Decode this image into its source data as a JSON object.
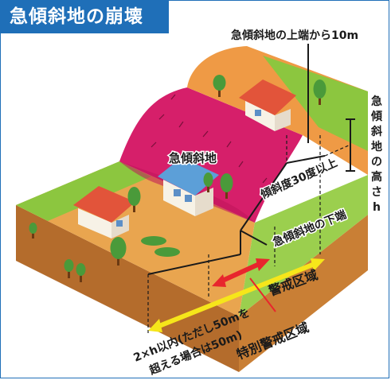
{
  "title": "急傾斜地の崩壊",
  "labels": {
    "top_edge": "急傾斜地の上端から10m",
    "height_vertical": [
      "急",
      "傾",
      "斜",
      "地",
      "の",
      "高",
      "さ",
      "h"
    ],
    "slope_name": "急傾斜地",
    "slope_angle": "傾斜度30度以上",
    "bottom_edge": "急傾斜地の下端",
    "warning_zone": "警戒区域",
    "special_zone": "特別警戒区域",
    "range_line1": "2×h以内(ただし50mを",
    "range_line2": "超える場合は50m)"
  },
  "colors": {
    "frame_blue": "#1f6fb8",
    "grass": "#8cc63f",
    "slope_magenta": "#d61f6a",
    "slope_orange": "#ef9a45",
    "earth_brown": "#b06a2a",
    "warning_arrow": "#e8262d",
    "range_arrow": "#f6e61a"
  }
}
